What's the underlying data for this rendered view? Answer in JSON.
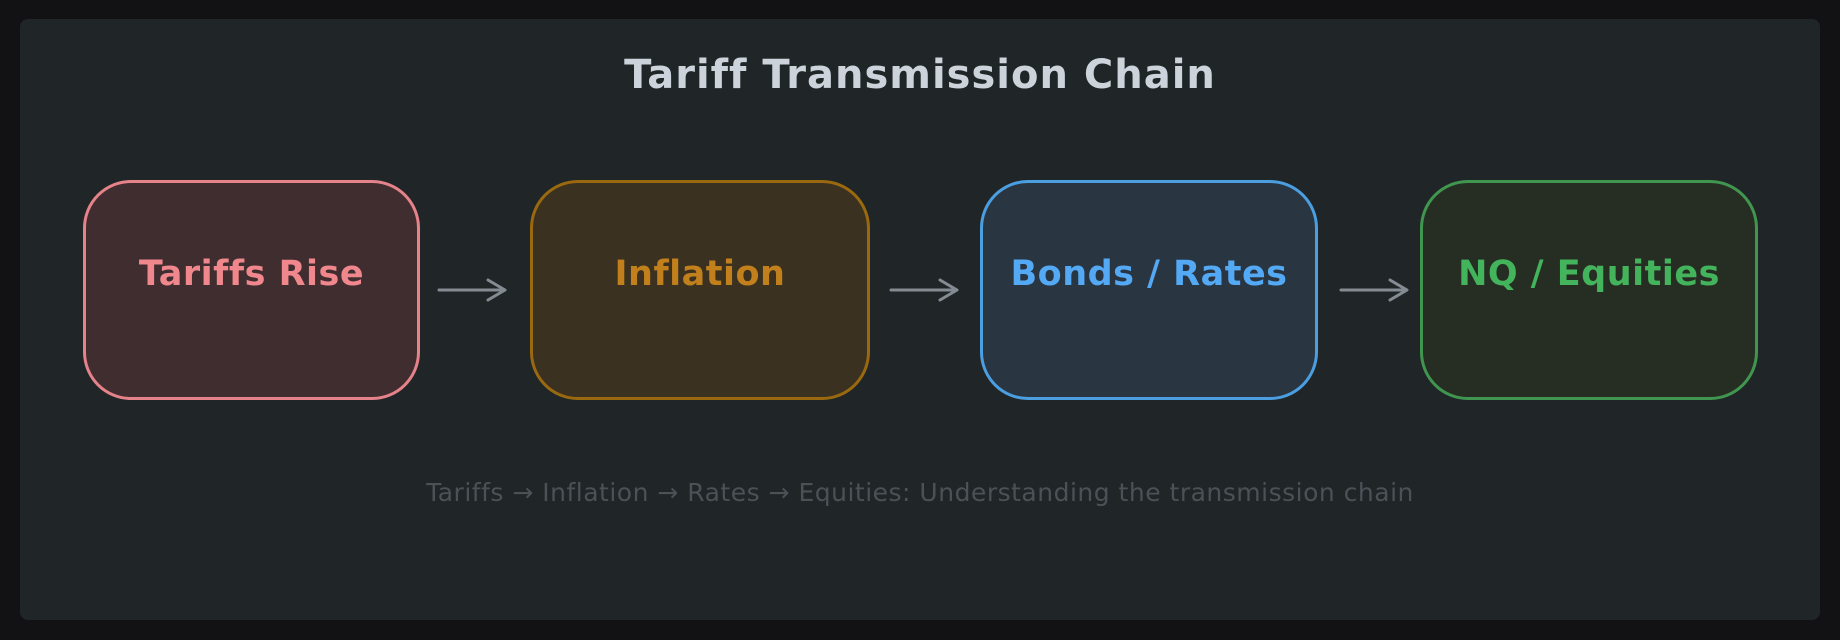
{
  "diagram": {
    "title": "Tariff Transmission Chain",
    "caption": "Tariffs → Inflation → Rates → Equities: Understanding the transmission chain",
    "nodes": [
      {
        "id": "tariffs-rise",
        "label": "Tariffs Rise",
        "border_color": "#e5828a",
        "fill_color": "#3f2d2f",
        "text_color": "#f0878d"
      },
      {
        "id": "inflation",
        "label": "Inflation",
        "border_color": "#9a690f",
        "fill_color": "#3a3120",
        "text_color": "#c2801d"
      },
      {
        "id": "bonds-rates",
        "label": "Bonds / Rates",
        "border_color": "#4b9fe1",
        "fill_color": "#2a3542",
        "text_color": "#54a9f5"
      },
      {
        "id": "nq-equities",
        "label": "NQ / Equities",
        "border_color": "#41964f",
        "fill_color": "#262e24",
        "text_color": "#44b45c"
      }
    ],
    "colors": {
      "outer_bg": "#121214",
      "panel_bg": "#202527",
      "title": "#ccd3da",
      "caption": "#4b5157",
      "arrow": "#848b92"
    }
  }
}
